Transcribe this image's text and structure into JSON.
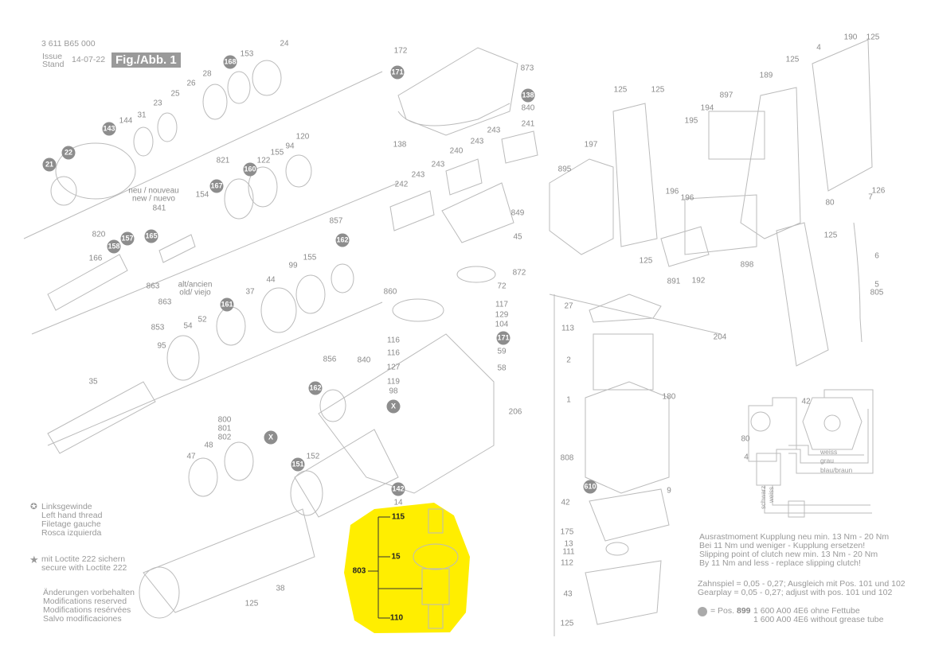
{
  "header": {
    "doc_number": "3 611 B65 000",
    "issue_label": "Issue",
    "stand_label": "Stand",
    "date": "14-07-22",
    "figure": "Fig./Abb. 1"
  },
  "legend": {
    "left_thread": [
      "Linksgewinde",
      "Left hand thread",
      "Filetage gauche",
      "Rosca izquierda"
    ],
    "loctite": [
      "mit Loctite 222 sichern",
      "secure with Loctite 222"
    ],
    "modifications": [
      "Änderungen vorbehalten",
      "Modifications reserved",
      "Modifications resérvées",
      "Salvo modificaciones"
    ]
  },
  "notes": {
    "clutch": [
      "Ausrastmoment Kupplung neu min. 13 Nm - 20 Nm",
      "Bei 11 Nm und weniger - Kupplung ersetzen!",
      "Slipping point of clutch new min. 13 Nm - 20 Nm",
      "By 11 Nm and less - replace slipping clutch!"
    ],
    "gearplay": [
      "Zahnspiel = 0,05 - 0,27;  Ausgleich mit Pos. 101 und 102",
      "Gearplay  = 0,05 - 0,27;  adjust with pos. 101 und 102"
    ],
    "grease_prefix": "= Pos.",
    "grease_pos": "899",
    "grease": [
      "1 600 A00 4E6 ohne Fettube",
      "1 600 A00 4E6 without grease tube"
    ]
  },
  "wiring": {
    "labels": [
      "42",
      "80",
      "4"
    ],
    "wires": [
      "weiss",
      "grau",
      "blau/braun"
    ],
    "vertical_wires": [
      "schwarz",
      "weiss"
    ]
  },
  "part_labels": [
    {
      "t": "24"
    },
    {
      "t": "153"
    },
    {
      "t": "168",
      "c": true
    },
    {
      "t": "28"
    },
    {
      "t": "26"
    },
    {
      "t": "25"
    },
    {
      "t": "23"
    },
    {
      "t": "31"
    },
    {
      "t": "144"
    },
    {
      "t": "143",
      "c": true
    },
    {
      "t": "120"
    },
    {
      "t": "94"
    },
    {
      "t": "155"
    },
    {
      "t": "122"
    },
    {
      "t": "160",
      "c": true
    },
    {
      "t": "821"
    },
    {
      "t": "167",
      "c": true
    },
    {
      "t": "22",
      "c": true
    },
    {
      "t": "21",
      "c": true
    },
    {
      "t": "neu / nouveau"
    },
    {
      "t": "new / nuevo"
    },
    {
      "t": "154"
    },
    {
      "t": "841"
    },
    {
      "t": "857"
    },
    {
      "t": "162",
      "c": true
    },
    {
      "t": "820"
    },
    {
      "t": "165",
      "c": true
    },
    {
      "t": "157",
      "c": true
    },
    {
      "t": "158",
      "c": true
    },
    {
      "t": "166"
    },
    {
      "t": "155"
    },
    {
      "t": "99"
    },
    {
      "t": "alt/ancien"
    },
    {
      "t": "old/ viejo"
    },
    {
      "t": "863"
    },
    {
      "t": "863"
    },
    {
      "t": "37"
    },
    {
      "t": "44"
    },
    {
      "t": "161",
      "c": true
    },
    {
      "t": "853"
    },
    {
      "t": "54"
    },
    {
      "t": "52"
    },
    {
      "t": "95"
    },
    {
      "t": "35"
    },
    {
      "t": "800"
    },
    {
      "t": "801"
    },
    {
      "t": "802"
    },
    {
      "t": "X",
      "c": true
    },
    {
      "t": "48"
    },
    {
      "t": "47"
    },
    {
      "t": "151",
      "c": true
    },
    {
      "t": "152"
    },
    {
      "t": "38"
    },
    {
      "t": "125"
    },
    {
      "t": "172"
    },
    {
      "t": "171",
      "c": true
    },
    {
      "t": "873"
    },
    {
      "t": "138",
      "c": true
    },
    {
      "t": "840"
    },
    {
      "t": "241"
    },
    {
      "t": "138"
    },
    {
      "t": "243"
    },
    {
      "t": "243"
    },
    {
      "t": "240"
    },
    {
      "t": "243"
    },
    {
      "t": "243"
    },
    {
      "t": "242"
    },
    {
      "t": "849"
    },
    {
      "t": "45"
    },
    {
      "t": "872"
    },
    {
      "t": "72"
    },
    {
      "t": "860"
    },
    {
      "t": "117"
    },
    {
      "t": "129"
    },
    {
      "t": "104"
    },
    {
      "t": "171",
      "c": true
    },
    {
      "t": "59"
    },
    {
      "t": "58"
    },
    {
      "t": "116"
    },
    {
      "t": "116"
    },
    {
      "t": "127"
    },
    {
      "t": "119"
    },
    {
      "t": "98"
    },
    {
      "t": "840"
    },
    {
      "t": "856"
    },
    {
      "t": "162",
      "c": true
    },
    {
      "t": "206"
    },
    {
      "t": "X",
      "c": true
    },
    {
      "t": "142",
      "c": true
    },
    {
      "t": "14"
    },
    {
      "t": "115",
      "b": true
    },
    {
      "t": "15",
      "b": true
    },
    {
      "t": "803",
      "b": true
    },
    {
      "t": "110",
      "b": true
    },
    {
      "t": "190"
    },
    {
      "t": "125"
    },
    {
      "t": "125"
    },
    {
      "t": "4"
    },
    {
      "t": "189"
    },
    {
      "t": "125"
    },
    {
      "t": "125"
    },
    {
      "t": "897"
    },
    {
      "t": "194"
    },
    {
      "t": "195"
    },
    {
      "t": "197"
    },
    {
      "t": "895"
    },
    {
      "t": "196"
    },
    {
      "t": "196"
    },
    {
      "t": "126"
    },
    {
      "t": "7"
    },
    {
      "t": "80"
    },
    {
      "t": "125"
    },
    {
      "t": "6"
    },
    {
      "t": "125"
    },
    {
      "t": "891"
    },
    {
      "t": "192"
    },
    {
      "t": "898"
    },
    {
      "t": "5"
    },
    {
      "t": "805"
    },
    {
      "t": "204"
    },
    {
      "t": "27"
    },
    {
      "t": "113"
    },
    {
      "t": "2"
    },
    {
      "t": "180"
    },
    {
      "t": "1"
    },
    {
      "t": "808"
    },
    {
      "t": "9"
    },
    {
      "t": "610",
      "c": true
    },
    {
      "t": "42"
    },
    {
      "t": "175"
    },
    {
      "t": "13"
    },
    {
      "t": "111"
    },
    {
      "t": "112"
    },
    {
      "t": "43"
    },
    {
      "t": "125"
    }
  ],
  "colors": {
    "highlight": "#ffee00",
    "label": "#8a8a8a",
    "circle": "#8d8d8d"
  }
}
